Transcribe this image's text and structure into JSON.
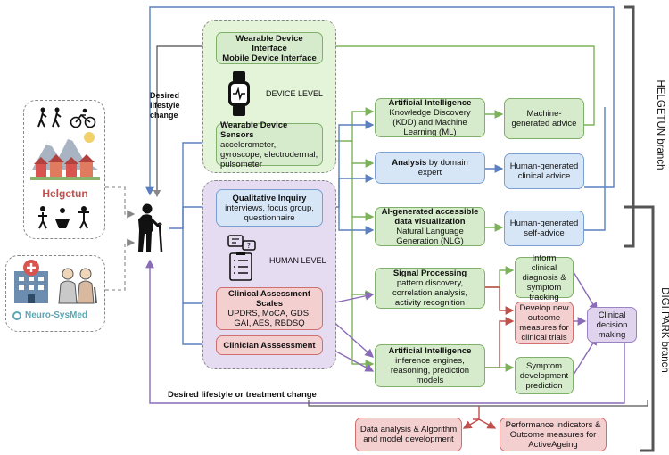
{
  "device_level": {
    "label": "DEVICE LEVEL",
    "interface_line1": "Wearable Device Interface",
    "interface_line2": "Mobile Device Interface",
    "sensors_title": "Wearable Device Sensors",
    "sensors_desc": "accelerometer, gyroscope, electrodermal, pulsometer"
  },
  "human_level": {
    "label": "HUMAN LEVEL",
    "qualitative_title": "Qualitative Inquiry",
    "qualitative_desc": "interviews, focus group, questionnaire",
    "scales_title": "Clinical Assessment Scales",
    "scales_desc": "UPDRS, MoCA, GDS, GAI, AES, RBDSQ",
    "clinician_title": "Clinician Asssessment"
  },
  "middle": {
    "ai1_title": "Artificial Intelligence",
    "ai1_desc": "Knowledge Discovery (KDD) and Machine Learning (ML)",
    "analysis_bold": "Analysis",
    "analysis_rest": " by domain expert",
    "nlg_title": "AI-generated accessible data visualization",
    "nlg_desc": "Natural Language Generation (NLG)",
    "signal_title": "Signal Processing",
    "signal_desc": "pattern discovery, correlation analysis, activity recognition",
    "ai2_title": "Artificial Intelligence",
    "ai2_desc": "inference engines, reasoning, prediction models"
  },
  "outputs": {
    "machine_advice": "Machine-generated advice",
    "human_clinical": "Human-generated clinical advice",
    "human_self": "Human-generated self-advice",
    "inform": "Inform clinical diagnosis & symptom tracking",
    "develop": "Develop new outcome measures for clinical trials",
    "symptom": "Symptom development prediction",
    "decision": "Clinical decision making"
  },
  "bottom": {
    "data_analysis": "Data analysis & Algorithm and model development",
    "performance": "Performance indicators & Outcome measures for ActiveAgeing"
  },
  "labels": {
    "desired_lifestyle_change": "Desired lifestyle change",
    "desired_lifestyle_treatment": "Desired lifestyle or treatment change",
    "helgetun": "Helgetun",
    "neurosysmed": "Neuro-SysMed",
    "helgetun_branch": "HELGETUN branch",
    "digipark_branch": "DIGI.PARK branch"
  },
  "colors": {
    "green_arrow": "#7cb35a",
    "blue_arrow": "#5b7fbf",
    "purple_arrow": "#8a6bb8",
    "red_arrow": "#c0504d"
  }
}
